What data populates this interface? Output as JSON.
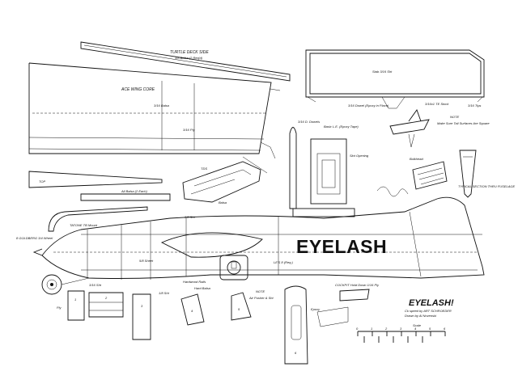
{
  "plan": {
    "title_large": "EYELASH",
    "title_script": "EYELASH!",
    "credit_lines": [
      "Ck speed by ART SCHROEDER",
      "Drawn by Al Novenski"
    ],
    "scale_label": "Scale",
    "scale_ticks": [
      "0",
      "1",
      "2",
      "3",
      "4",
      "5",
      "6"
    ],
    "labels": {
      "turtle_deck": "TURTLE DECK SIDE",
      "turtle_deck_sub": "1/8 Balsa (2 Req'd)",
      "ace_wing_core": "ACE WING CORE",
      "wing_core_sub": "3/16 Balsa",
      "tail_fin": "Stab 3/16 Sht",
      "tail_dowel": "3/16 Dowel (Epoxy in Place)",
      "tail_te": "3/16x1 TE Stock",
      "tail_tips": "3/16 Tips",
      "dowels": "3/16 D. Dowels",
      "basic_le": "Basic L.E. (Epoxy Tape)",
      "slot_opening": "Slot Opening",
      "note_right": "NOTE",
      "note_right_sub": "Make Sure Tail Surfaces Are Square",
      "section": "TYPICAL SECTION THRU FUSELAGE",
      "tds": "TDS",
      "balsa_nose": "Balsa",
      "top": "TOP",
      "ply_note": "All Balsa (2 Each)",
      "tatone": "TATONE TB Mount",
      "goldberg": "8 GOLDBERG 3/4 Wheel",
      "sheet_38": "3/8 Sht",
      "note_left": "NOTE",
      "note_left_sub": "Air Pusher & Sht",
      "hardwood": "Hardwood Rails",
      "cockpit": "COCKPIT Hold Down 1/16 Ply",
      "epoxy": "Epoxy",
      "bulkhead": "Bulkhead",
      "ply": "Ply",
      "hard_balsa": "Hard Balsa",
      "stab_1": "1",
      "stab_2": "2",
      "stab_3": "3",
      "stab_4": "4",
      "stab_5": "5",
      "stab_6": "6",
      "sht_18": "1/8 Sht",
      "sht_316": "3/16 Sht",
      "sht_532": "5/8 Sheet",
      "le_5": "LE'S 8 (Req.)",
      "tip_ply": "3/16 Ply"
    }
  }
}
